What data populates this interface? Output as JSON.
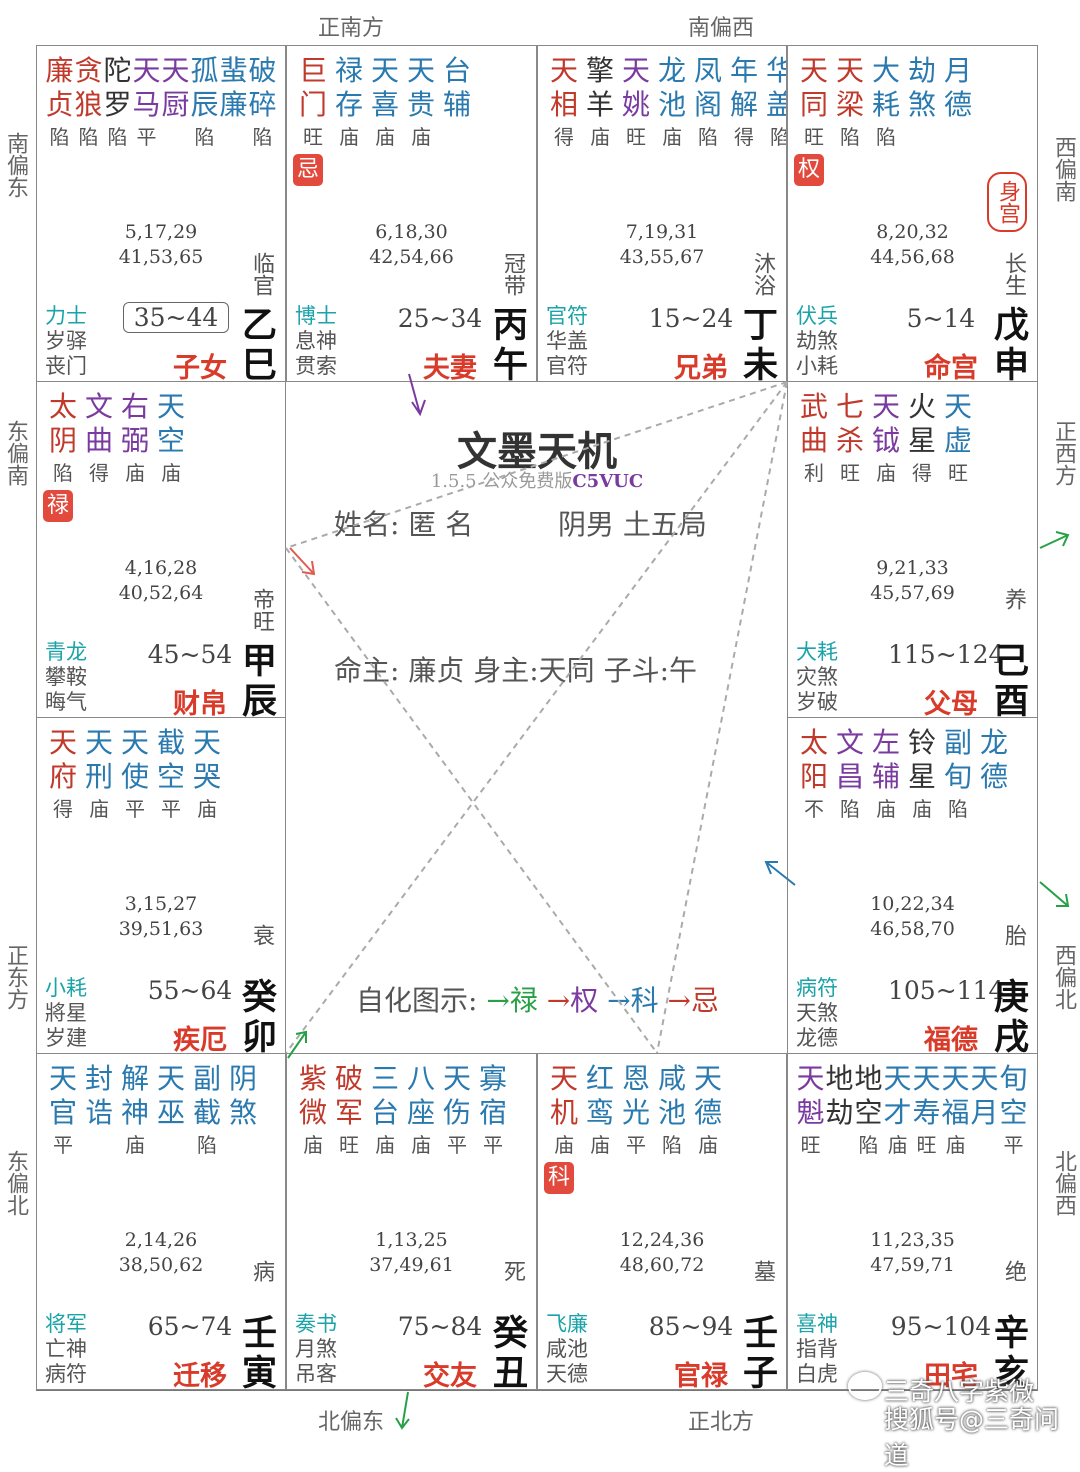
{
  "directions": {
    "top_left": "正南方",
    "top_right": "南偏西",
    "bottom_left": "北偏东",
    "bottom_right": "正北方",
    "left1": "南偏东",
    "left2": "东偏南",
    "left3": "正东方",
    "left4": "东偏北",
    "right1": "西偏南",
    "right2": "正西方",
    "right3": "西偏北",
    "right4": "北偏西"
  },
  "center": {
    "title": "文墨天机",
    "version": "1.5.5 公众免费版",
    "version_code": "C5VUC",
    "name_line": "姓名: 匿 名",
    "gender_line": "阴男 土五局",
    "master_line": "命主: 廉贞 身主:天同 子斗:午",
    "legend_label": "自化图示:",
    "legend_items": [
      "禄",
      "权",
      "科",
      "忌"
    ]
  },
  "watermark": {
    "line1": "三奇八字紫微",
    "line2": "搜狐号@三奇问道"
  },
  "palaces": [
    {
      "id": "si",
      "stars": [
        [
          "廉",
          "贞",
          "陷",
          "#c0392b"
        ],
        [
          "贪",
          "狼",
          "陷",
          "#c0392b"
        ],
        [
          "陀",
          "罗",
          "陷",
          "#333"
        ],
        [
          "天",
          "马",
          "平",
          "#7a3aa0"
        ],
        [
          "天",
          "厨",
          "",
          "#7a3aa0"
        ],
        [
          "孤",
          "辰",
          "陷",
          "#2a7ab0"
        ],
        [
          "蜚",
          "廉",
          "",
          "#2a7ab0"
        ],
        [
          "破",
          "碎",
          "陷",
          "#2a7ab0"
        ]
      ],
      "hua": "",
      "ages": [
        "5,17,29",
        "41,53,65"
      ],
      "stage": "临官",
      "gods": [
        "力士",
        "岁驿",
        "丧门"
      ],
      "range": "35~44",
      "palace": "子女",
      "gan": "乙",
      "zhi": "巳"
    },
    {
      "id": "wu",
      "stars": [
        [
          "巨",
          "门",
          "旺",
          "#c0392b"
        ],
        [
          "禄",
          "存",
          "庙",
          "#2a7ab0"
        ],
        [
          "天",
          "喜",
          "庙",
          "#2a7ab0"
        ],
        [
          "天",
          "贵",
          "庙",
          "#2a7ab0"
        ],
        [
          "台",
          "辅",
          "",
          "#2a7ab0"
        ]
      ],
      "hua": "忌",
      "ages": [
        "6,18,30",
        "42,54,66"
      ],
      "stage": "冠带",
      "gods": [
        "博士",
        "息神",
        "贯索"
      ],
      "range": "25~34",
      "palace": "夫妻",
      "gan": "丙",
      "zhi": "午"
    },
    {
      "id": "wei",
      "stars": [
        [
          "天",
          "相",
          "得",
          "#c0392b"
        ],
        [
          "擎",
          "羊",
          "庙",
          "#333"
        ],
        [
          "天",
          "姚",
          "旺",
          "#7a3aa0"
        ],
        [
          "龙",
          "池",
          "庙",
          "#2a7ab0"
        ],
        [
          "凤",
          "阁",
          "陷",
          "#2a7ab0"
        ],
        [
          "年",
          "解",
          "得",
          "#2a7ab0"
        ],
        [
          "华",
          "盖",
          "陷",
          "#2a7ab0"
        ]
      ],
      "hua": "",
      "ages": [
        "7,19,31",
        "43,55,67"
      ],
      "stage": "沐浴",
      "gods": [
        "官符",
        "华盖",
        "官符"
      ],
      "range": "15~24",
      "palace": "兄弟",
      "gan": "丁",
      "zhi": "未"
    },
    {
      "id": "shen",
      "stars": [
        [
          "天",
          "同",
          "旺",
          "#c0392b"
        ],
        [
          "天",
          "梁",
          "陷",
          "#c0392b"
        ],
        [
          "大",
          "耗",
          "陷",
          "#2a7ab0"
        ],
        [
          "劫",
          "煞",
          "",
          "#2a7ab0"
        ],
        [
          "月",
          "德",
          "",
          "#2a7ab0"
        ]
      ],
      "hua": "权",
      "ages": [
        "8,20,32",
        "44,56,68"
      ],
      "stage": "长生",
      "gods": [
        "伏兵",
        "劫煞",
        "小耗"
      ],
      "range": "5~14",
      "palace": "命宫",
      "gan": "戊",
      "zhi": "申",
      "shen": "身宫"
    },
    {
      "id": "chen",
      "stars": [
        [
          "太",
          "阴",
          "陷",
          "#c0392b"
        ],
        [
          "文",
          "曲",
          "得",
          "#7a3aa0"
        ],
        [
          "右",
          "弼",
          "庙",
          "#7a3aa0"
        ],
        [
          "天",
          "空",
          "庙",
          "#2a7ab0"
        ]
      ],
      "hua": "禄",
      "ages": [
        "4,16,28",
        "40,52,64"
      ],
      "stage": "帝旺",
      "gods": [
        "青龙",
        "攀鞍",
        "晦气"
      ],
      "range": "45~54",
      "palace": "财帛",
      "gan": "甲",
      "zhi": "辰"
    },
    {
      "id": "you",
      "stars": [
        [
          "武",
          "曲",
          "利",
          "#c0392b"
        ],
        [
          "七",
          "杀",
          "旺",
          "#c0392b"
        ],
        [
          "天",
          "钺",
          "庙",
          "#7a3aa0"
        ],
        [
          "火",
          "星",
          "得",
          "#333"
        ],
        [
          "天",
          "虚",
          "旺",
          "#2a7ab0"
        ]
      ],
      "hua": "",
      "ages": [
        "9,21,33",
        "45,57,69"
      ],
      "stage": "养",
      "gods": [
        "大耗",
        "灾煞",
        "岁破"
      ],
      "range": "115~124",
      "palace": "父母",
      "gan": "己",
      "zhi": "酉"
    },
    {
      "id": "mao",
      "stars": [
        [
          "天",
          "府",
          "得",
          "#c0392b"
        ],
        [
          "天",
          "刑",
          "庙",
          "#2a7ab0"
        ],
        [
          "天",
          "使",
          "平",
          "#2a7ab0"
        ],
        [
          "截",
          "空",
          "平",
          "#2a7ab0"
        ],
        [
          "天",
          "哭",
          "庙",
          "#2a7ab0"
        ]
      ],
      "hua": "",
      "ages": [
        "3,15,27",
        "39,51,63"
      ],
      "stage": "衰",
      "gods": [
        "小耗",
        "將星",
        "岁建"
      ],
      "range": "55~64",
      "palace": "疾厄",
      "gan": "癸",
      "zhi": "卯"
    },
    {
      "id": "xu",
      "stars": [
        [
          "太",
          "阳",
          "不",
          "#c0392b"
        ],
        [
          "文",
          "昌",
          "陷",
          "#7a3aa0"
        ],
        [
          "左",
          "辅",
          "庙",
          "#7a3aa0"
        ],
        [
          "铃",
          "星",
          "庙",
          "#333"
        ],
        [
          "副",
          "旬",
          "陷",
          "#2a7ab0"
        ],
        [
          "龙",
          "德",
          "",
          "#2a7ab0"
        ]
      ],
      "hua": "",
      "ages": [
        "10,22,34",
        "46,58,70"
      ],
      "stage": "胎",
      "gods": [
        "病符",
        "天煞",
        "龙德"
      ],
      "range": "105~114",
      "palace": "福德",
      "gan": "庚",
      "zhi": "戌"
    },
    {
      "id": "yin",
      "stars": [
        [
          "天",
          "官",
          "平",
          "#2a7ab0"
        ],
        [
          "封",
          "诰",
          "",
          "#2a7ab0"
        ],
        [
          "解",
          "神",
          "庙",
          "#2a7ab0"
        ],
        [
          "天",
          "巫",
          "",
          "#2a7ab0"
        ],
        [
          "副",
          "截",
          "陷",
          "#2a7ab0"
        ],
        [
          "阴",
          "煞",
          "",
          "#2a7ab0"
        ]
      ],
      "hua": "",
      "ages": [
        "2,14,26",
        "38,50,62"
      ],
      "stage": "病",
      "gods": [
        "将军",
        "亡神",
        "病符"
      ],
      "range": "65~74",
      "palace": "迁移",
      "gan": "壬",
      "zhi": "寅"
    },
    {
      "id": "chou",
      "stars": [
        [
          "紫",
          "微",
          "庙",
          "#c0392b"
        ],
        [
          "破",
          "军",
          "旺",
          "#c0392b"
        ],
        [
          "三",
          "台",
          "庙",
          "#2a7ab0"
        ],
        [
          "八",
          "座",
          "庙",
          "#2a7ab0"
        ],
        [
          "天",
          "伤",
          "平",
          "#2a7ab0"
        ],
        [
          "寡",
          "宿",
          "平",
          "#2a7ab0"
        ]
      ],
      "hua": "",
      "ages": [
        "1,13,25",
        "37,49,61"
      ],
      "stage": "死",
      "gods": [
        "奏书",
        "月煞",
        "吊客"
      ],
      "range": "75~84",
      "palace": "交友",
      "gan": "癸",
      "zhi": "丑"
    },
    {
      "id": "zi",
      "stars": [
        [
          "天",
          "机",
          "庙",
          "#c0392b"
        ],
        [
          "红",
          "鸾",
          "庙",
          "#2a7ab0"
        ],
        [
          "恩",
          "光",
          "平",
          "#2a7ab0"
        ],
        [
          "咸",
          "池",
          "陷",
          "#2a7ab0"
        ],
        [
          "天",
          "德",
          "庙",
          "#2a7ab0"
        ]
      ],
      "hua": "科",
      "ages": [
        "12,24,36",
        "48,60,72"
      ],
      "stage": "墓",
      "gods": [
        "飞廉",
        "咸池",
        "天德"
      ],
      "range": "85~94",
      "palace": "官禄",
      "gan": "壬",
      "zhi": "子"
    },
    {
      "id": "hai",
      "stars": [
        [
          "天",
          "魁",
          "旺",
          "#7a3aa0"
        ],
        [
          "地",
          "劫",
          "",
          "#333"
        ],
        [
          "地",
          "空",
          "陷",
          "#333"
        ],
        [
          "天",
          "才",
          "庙",
          "#2a7ab0"
        ],
        [
          "天",
          "寿",
          "旺",
          "#2a7ab0"
        ],
        [
          "天",
          "福",
          "庙",
          "#2a7ab0"
        ],
        [
          "天",
          "月",
          "",
          "#2a7ab0"
        ],
        [
          "旬",
          "空",
          "平",
          "#2a7ab0"
        ]
      ],
      "hua": "",
      "ages": [
        "11,23,35",
        "47,59,71"
      ],
      "stage": "绝",
      "gods": [
        "喜神",
        "指背",
        "白虎"
      ],
      "range": "95~104",
      "palace": "田宅",
      "gan": "辛",
      "zhi": "亥"
    }
  ]
}
